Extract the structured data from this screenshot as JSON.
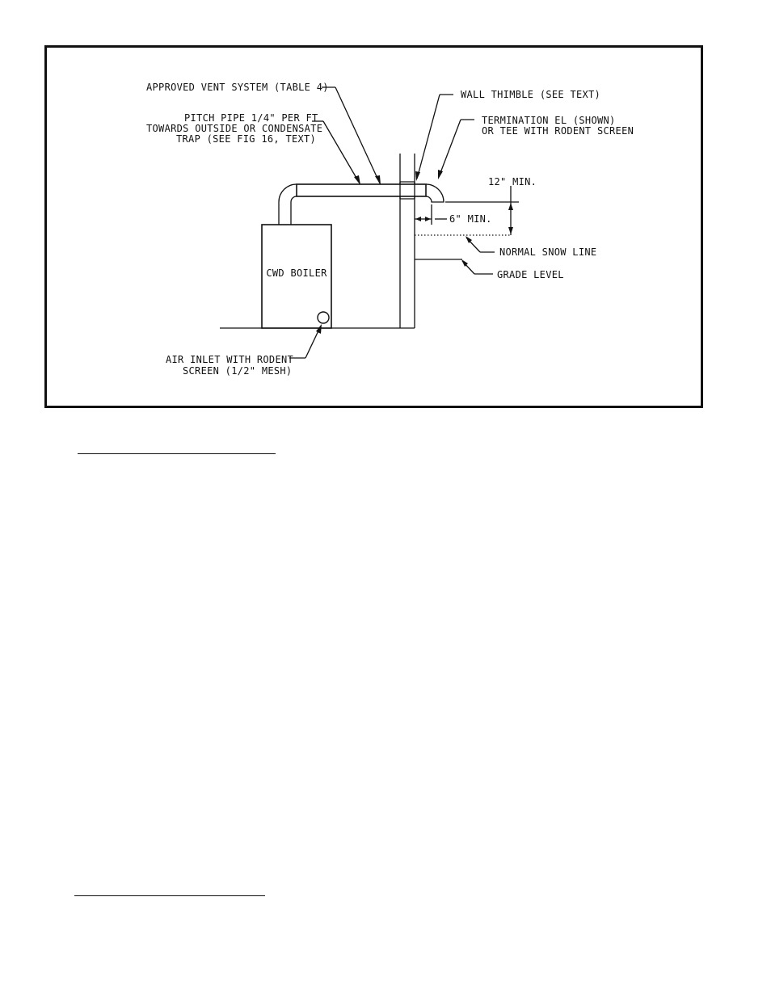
{
  "figure": {
    "labels": {
      "vent_system": "APPROVED VENT SYSTEM (TABLE 4)",
      "pitch_line1": "PITCH PIPE 1/4\" PER FT",
      "pitch_line2": "TOWARDS OUTSIDE OR CONDENSATE",
      "pitch_line3": "TRAP (SEE FIG 16, TEXT)",
      "wall_thimble": "WALL THIMBLE (SEE TEXT)",
      "termination_line1": "TERMINATION EL (SHOWN)",
      "termination_line2": "OR TEE WITH RODENT SCREEN",
      "min_12": "12\" MIN.",
      "min_6": "6\" MIN.",
      "snow_line": "NORMAL SNOW LINE",
      "grade_level": "GRADE LEVEL",
      "boiler": "CWD BOILER",
      "air_inlet_line1": "AIR INLET WITH RODENT",
      "air_inlet_line2": "SCREEN (1/2\" MESH)"
    }
  }
}
